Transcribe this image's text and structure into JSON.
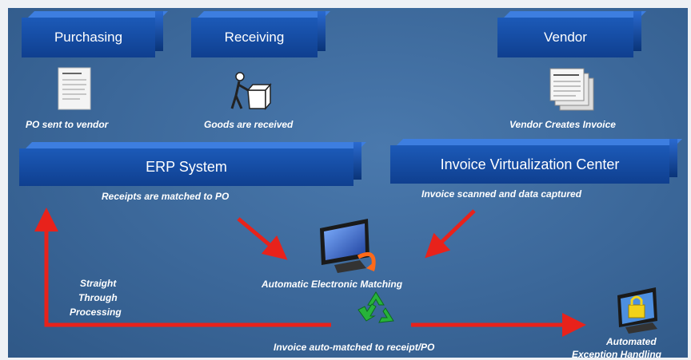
{
  "boxes": {
    "purchasing": "Purchasing",
    "receiving": "Receiving",
    "vendor": "Vendor",
    "erp": "ERP System",
    "ivc": "Invoice Virtualization Center"
  },
  "captions": {
    "po_sent": "PO sent to vendor",
    "goods_received": "Goods are received",
    "vendor_invoice": "Vendor Creates Invoice",
    "receipts_matched": "Receipts are matched to PO",
    "invoice_scanned": "Invoice scanned and data captured",
    "auto_matching": "Automatic Electronic Matching",
    "stp_1": "Straight",
    "stp_2": "Through",
    "stp_3": "Processing",
    "auto_matched": "Invoice auto-matched to receipt/PO",
    "exception_1": "Automated",
    "exception_2": "Exception Handling"
  },
  "colors": {
    "background": "#3b6799",
    "box": "#1c5ab8",
    "arrow": "#e8221b",
    "text": "#ffffff"
  },
  "icons": [
    "document-icon",
    "person-box-icon",
    "invoice-stack-icon",
    "computer-monitor-icon",
    "recycle-icon",
    "lock-monitor-icon"
  ]
}
